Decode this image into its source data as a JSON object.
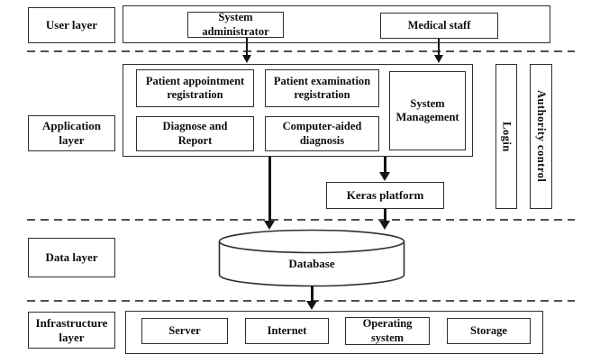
{
  "colors": {
    "border": "#2e2e2e",
    "dash": "#4f4f4f",
    "text": "#0e0e0e",
    "background": "#ffffff"
  },
  "diagram": {
    "layers": [
      {
        "label": "User layer"
      },
      {
        "label": "Application\nlayer"
      },
      {
        "label": "Data layer"
      },
      {
        "label": "Infrastructure\nlayer"
      }
    ],
    "user_layer": {
      "system_administrator": "System\nadministrator",
      "medical_staff": "Medical staff"
    },
    "application_layer": {
      "patient_appointment": "Patient appointment\nregistration",
      "patient_examination": "Patient examination\nregistration",
      "diagnose_report": "Diagnose and\nReport",
      "computer_aided": "Computer-aided\ndiagnosis",
      "system_management": "System\nManagement",
      "login": "Login",
      "authority_control": "Authority control",
      "keras_platform": "Keras platform"
    },
    "data_layer": {
      "database": "Database"
    },
    "infrastructure_layer": {
      "server": "Server",
      "internet": "Internet",
      "operating_system": "Operating\nsystem",
      "storage": "Storage"
    }
  }
}
